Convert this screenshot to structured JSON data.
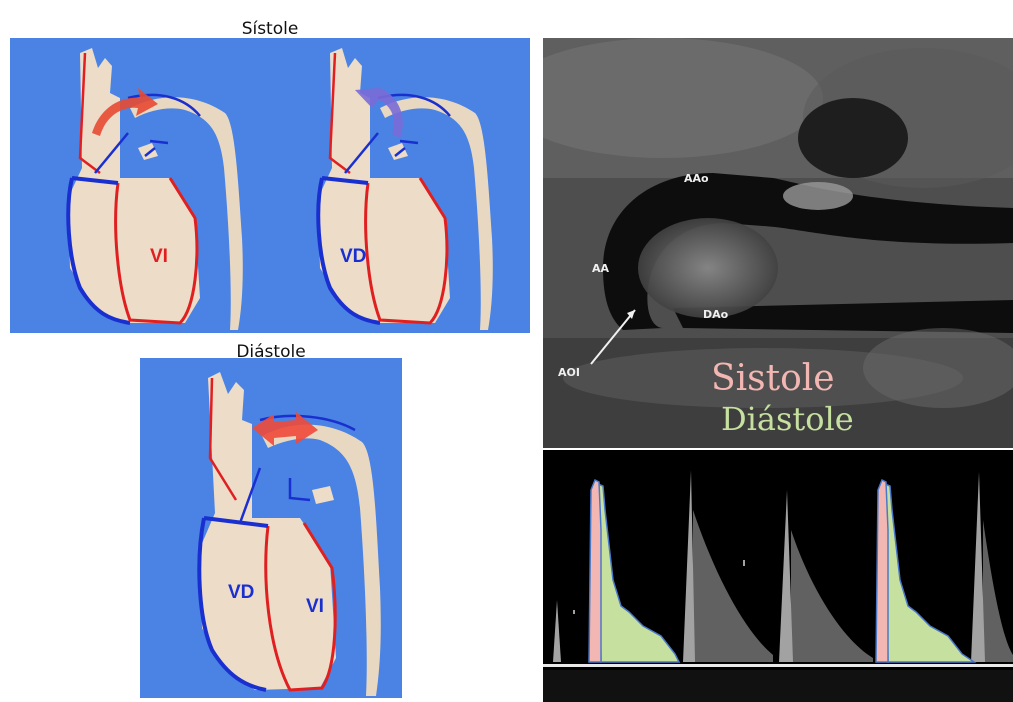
{
  "left": {
    "systole_title": "Sístole",
    "diastole_title": "Diástole",
    "panels": [
      {
        "name": "systole-left",
        "chamber_label": "VI",
        "label_color": "#e02020",
        "arrow_color": "#e84a32"
      },
      {
        "name": "systole-right",
        "chamber_label": "VD",
        "label_color": "#1a2fd0",
        "arrow_color": "#7b6bd6"
      },
      {
        "name": "diastole",
        "labels": [
          "VD",
          "VI"
        ],
        "label_color": "#1a2fd0",
        "arrow_color": "#f04a3a"
      }
    ],
    "background_color": "#4a83e3"
  },
  "right": {
    "ultrasound_labels": {
      "aao": "AAo",
      "aa": "AA",
      "dao": "DAo",
      "aoi": "AOI"
    },
    "legend": {
      "systole": "Sistole",
      "diastole": "Diástole",
      "systole_color": "#f2b7b2",
      "diastole_color": "#c6e0a0"
    }
  }
}
